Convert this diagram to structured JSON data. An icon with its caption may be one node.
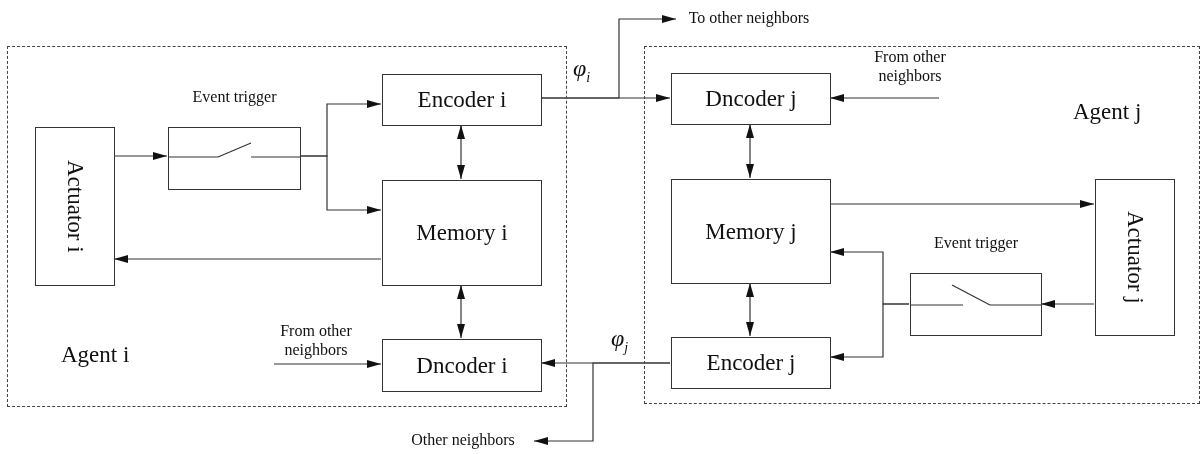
{
  "diagram": {
    "nodes": [
      {
        "text": [
          "Agent i"
        ]
      },
      {
        "text": [
          "Actuator i"
        ],
        "in": 0
      },
      {
        "text": [
          "Event trigger"
        ],
        "in": 0
      },
      {
        "text": [
          "Encoder i"
        ],
        "in": 0
      },
      {
        "text": [
          "Memory i"
        ],
        "in": 0
      },
      {
        "text": [
          "Dncoder i"
        ],
        "in": 0
      },
      {
        "text": [
          "From other neighbors"
        ],
        "in": 0
      },
      {
        "text": [
          "Agent j"
        ]
      },
      {
        "text": [
          "Dncoder j"
        ],
        "in": 7
      },
      {
        "text": [
          "Memory j"
        ],
        "in": 7
      },
      {
        "text": [
          "Encoder j"
        ],
        "in": 7
      },
      {
        "text": [
          "Event trigger"
        ],
        "in": 7
      },
      {
        "text": [
          "Actuator j"
        ],
        "in": 7
      },
      {
        "text": [
          "From other neighbors"
        ],
        "in": 7
      },
      {
        "text": [
          "To other neighbors"
        ]
      },
      {
        "text": [
          "Other neighbors"
        ]
      }
    ],
    "edges": [
      {
        "from": 1,
        "to": 2,
        "arrow": "to"
      },
      {
        "from": 2,
        "to": 3,
        "arrow": "to"
      },
      {
        "from": 2,
        "to": 4,
        "arrow": "to"
      },
      {
        "from": 4,
        "to": 1,
        "arrow": "to"
      },
      {
        "from": 3,
        "to": 4,
        "arrow": "both"
      },
      {
        "from": 4,
        "to": 5,
        "arrow": "both"
      },
      {
        "from": 6,
        "to": 5,
        "arrow": "to"
      },
      {
        "from": 3,
        "to": 8,
        "arrow": "to",
        "label": "φ$_{i}$"
      },
      {
        "from": 3,
        "to": 14,
        "arrow": "to"
      },
      {
        "from": 10,
        "to": 5,
        "arrow": "to",
        "label": "φ$_{j}$"
      },
      {
        "from": 10,
        "to": 15,
        "arrow": "to"
      },
      {
        "from": 13,
        "to": 8,
        "arrow": "to"
      },
      {
        "from": 8,
        "to": 9,
        "arrow": "both"
      },
      {
        "from": 9,
        "to": 10,
        "arrow": "both"
      },
      {
        "from": 9,
        "to": 12,
        "arrow": "to"
      },
      {
        "from": 12,
        "to": 11,
        "arrow": "to"
      },
      {
        "from": 11,
        "to": 9,
        "arrow": "to"
      },
      {
        "from": 11,
        "to": 10,
        "arrow": "to"
      }
    ]
  }
}
